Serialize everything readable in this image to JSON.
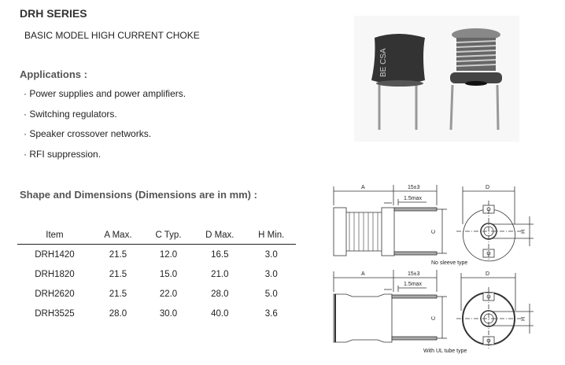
{
  "header": {
    "title": "DRH SERIES",
    "subtitle": "BASIC MODEL HIGH CURRENT CHOKE"
  },
  "applications": {
    "heading": "Applications :",
    "items": [
      "· Power supplies and power amplifiers.",
      "· Switching regulators.",
      "· Speaker crossover networks.",
      "· RFI suppression."
    ]
  },
  "dimensions": {
    "heading": "Shape and Dimensions (Dimensions are in mm) :",
    "columns": [
      "Item",
      "A Max.",
      "C Typ.",
      "D Max.",
      "H Min."
    ],
    "rows": [
      [
        "DRH1420",
        "21.5",
        "12.0",
        "16.5",
        "3.0"
      ],
      [
        "DRH1820",
        "21.5",
        "15.0",
        "21.0",
        "3.0"
      ],
      [
        "DRH2620",
        "21.5",
        "22.0",
        "28.0",
        "5.0"
      ],
      [
        "DRH3525",
        "28.0",
        "30.0",
        "40.0",
        "3.6"
      ]
    ]
  },
  "photo": {
    "marking": "BE CSA"
  },
  "diagram": {
    "label_a": "A",
    "label_lead": "15±3",
    "label_gap": "1.5max",
    "label_c": "C",
    "label_d": "D",
    "label_h": "H",
    "caption_top": "No sleeve type",
    "caption_bottom": "With UL tube type"
  }
}
